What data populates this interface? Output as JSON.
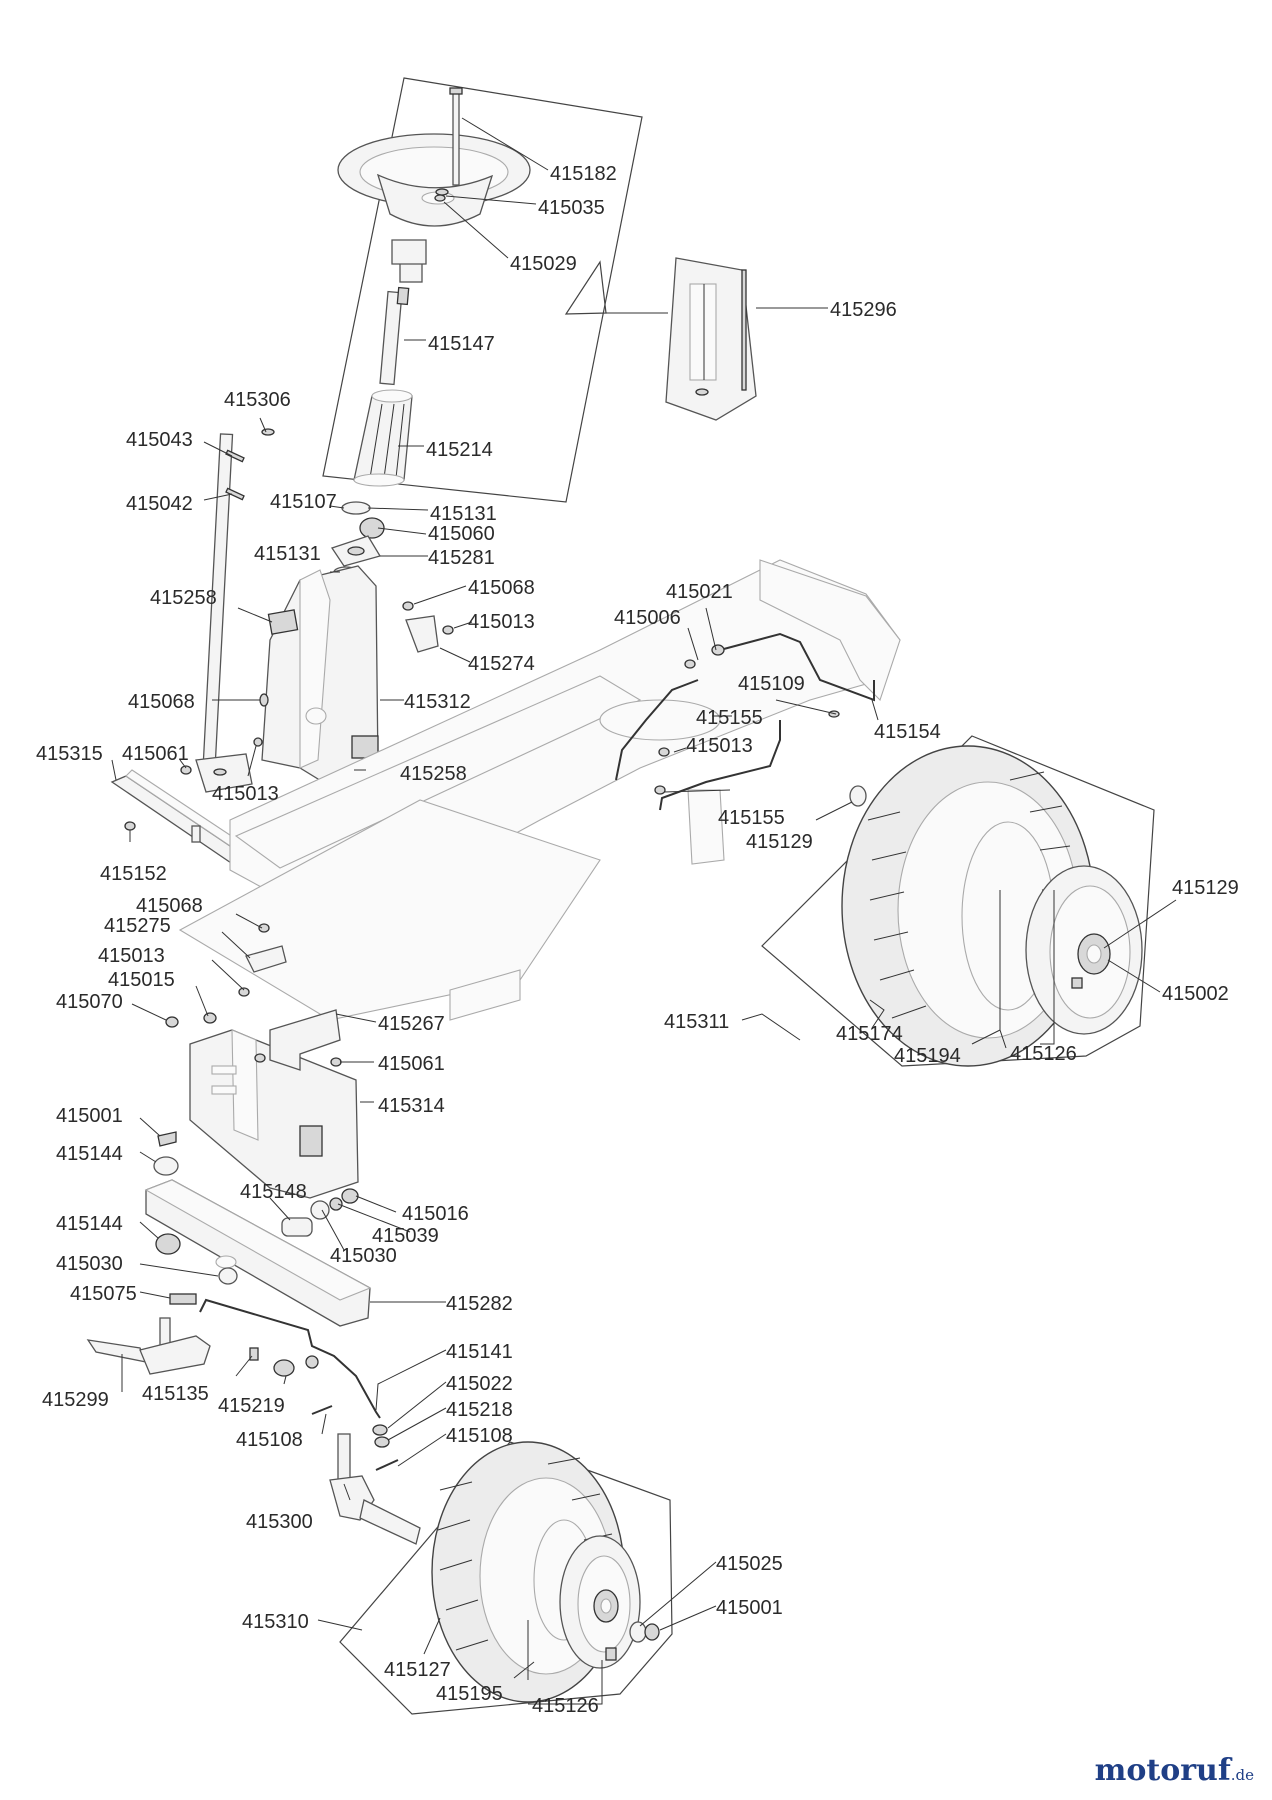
{
  "brand": {
    "name": "motoruf",
    "tld": ".de"
  },
  "colors": {
    "brand": "#1f3f86",
    "line": "#333333",
    "label": "#2a2a2a"
  },
  "parts": [
    {
      "id": "415182",
      "label": "415182"
    },
    {
      "id": "415035",
      "label": "415035"
    },
    {
      "id": "415029",
      "label": "415029"
    },
    {
      "id": "415296",
      "label": "415296"
    },
    {
      "id": "415147",
      "label": "415147"
    },
    {
      "id": "415306",
      "label": "415306"
    },
    {
      "id": "415043",
      "label": "415043"
    },
    {
      "id": "415214",
      "label": "415214"
    },
    {
      "id": "415042",
      "label": "415042"
    },
    {
      "id": "415107",
      "label": "415107"
    },
    {
      "id": "415131a",
      "label": "415131"
    },
    {
      "id": "415060",
      "label": "415060"
    },
    {
      "id": "415131b",
      "label": "415131"
    },
    {
      "id": "415281",
      "label": "415281"
    },
    {
      "id": "415068a",
      "label": "415068"
    },
    {
      "id": "415021",
      "label": "415021"
    },
    {
      "id": "415258a",
      "label": "415258"
    },
    {
      "id": "415013a",
      "label": "415013"
    },
    {
      "id": "415006",
      "label": "415006"
    },
    {
      "id": "415274",
      "label": "415274"
    },
    {
      "id": "415109",
      "label": "415109"
    },
    {
      "id": "415068b",
      "label": "415068"
    },
    {
      "id": "415312",
      "label": "415312"
    },
    {
      "id": "415155a",
      "label": "415155"
    },
    {
      "id": "415154",
      "label": "415154"
    },
    {
      "id": "415013b",
      "label": "415013"
    },
    {
      "id": "415315",
      "label": "415315"
    },
    {
      "id": "415061a",
      "label": "415061"
    },
    {
      "id": "415258b",
      "label": "415258"
    },
    {
      "id": "415013c",
      "label": "415013"
    },
    {
      "id": "415155b",
      "label": "415155"
    },
    {
      "id": "415129a",
      "label": "415129"
    },
    {
      "id": "415152",
      "label": "415152"
    },
    {
      "id": "415129b",
      "label": "415129"
    },
    {
      "id": "415068c",
      "label": "415068"
    },
    {
      "id": "415275",
      "label": "415275"
    },
    {
      "id": "415013d",
      "label": "415013"
    },
    {
      "id": "415015",
      "label": "415015"
    },
    {
      "id": "415002",
      "label": "415002"
    },
    {
      "id": "415070",
      "label": "415070"
    },
    {
      "id": "415311",
      "label": "415311"
    },
    {
      "id": "415174",
      "label": "415174"
    },
    {
      "id": "415267",
      "label": "415267"
    },
    {
      "id": "415194",
      "label": "415194"
    },
    {
      "id": "415126a",
      "label": "415126"
    },
    {
      "id": "415061b",
      "label": "415061"
    },
    {
      "id": "415314",
      "label": "415314"
    },
    {
      "id": "415001a",
      "label": "415001"
    },
    {
      "id": "415144a",
      "label": "415144"
    },
    {
      "id": "415148",
      "label": "415148"
    },
    {
      "id": "415016",
      "label": "415016"
    },
    {
      "id": "415144b",
      "label": "415144"
    },
    {
      "id": "415039",
      "label": "415039"
    },
    {
      "id": "415030a",
      "label": "415030"
    },
    {
      "id": "415030b",
      "label": "415030"
    },
    {
      "id": "415075",
      "label": "415075"
    },
    {
      "id": "415282",
      "label": "415282"
    },
    {
      "id": "415141",
      "label": "415141"
    },
    {
      "id": "415022",
      "label": "415022"
    },
    {
      "id": "415299",
      "label": "415299"
    },
    {
      "id": "415135",
      "label": "415135"
    },
    {
      "id": "415219",
      "label": "415219"
    },
    {
      "id": "415218",
      "label": "415218"
    },
    {
      "id": "415108a",
      "label": "415108"
    },
    {
      "id": "415108b",
      "label": "415108"
    },
    {
      "id": "415300",
      "label": "415300"
    },
    {
      "id": "415025",
      "label": "415025"
    },
    {
      "id": "415001b",
      "label": "415001"
    },
    {
      "id": "415310",
      "label": "415310"
    },
    {
      "id": "415127",
      "label": "415127"
    },
    {
      "id": "415195",
      "label": "415195"
    },
    {
      "id": "415126b",
      "label": "415126"
    }
  ]
}
